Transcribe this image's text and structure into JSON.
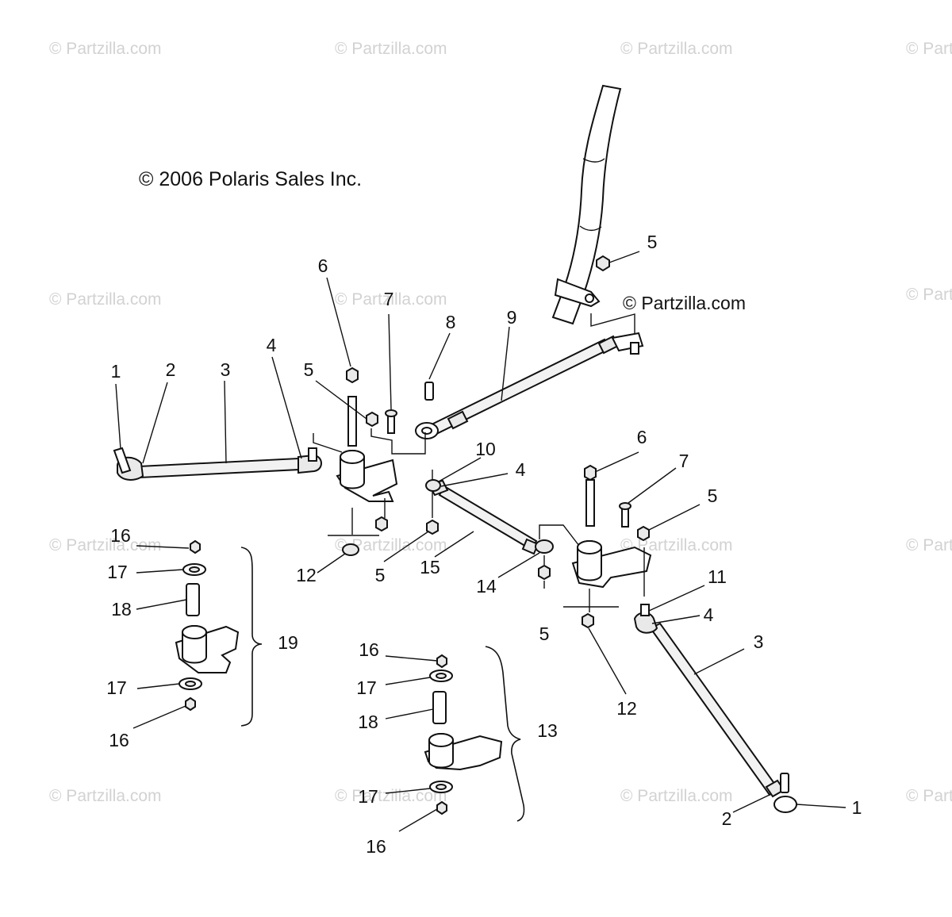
{
  "copyright": "© 2006 Polaris Sales Inc.",
  "watermark": "© Partzilla.com",
  "callouts": {
    "c1a": "1",
    "c2a": "2",
    "c3a": "3",
    "c4a": "4",
    "c5a": "5",
    "c6a": "6",
    "c7a": "7",
    "c8": "8",
    "c9": "9",
    "c5top": "5",
    "c10": "10",
    "c4b": "4",
    "c6b": "6",
    "c7b": "7",
    "c5b": "5",
    "c11": "11",
    "c4c": "4",
    "c3b": "3",
    "c16a": "16",
    "c17a": "17",
    "c18a": "18",
    "c19": "19",
    "c17b": "17",
    "c16b": "16",
    "c12a": "12",
    "c5c": "5",
    "c15": "15",
    "c14": "14",
    "c5d": "5",
    "c12b": "12",
    "c16c": "16",
    "c17c": "17",
    "c18b": "18",
    "c13": "13",
    "c17d": "17",
    "c16d": "16",
    "c2b": "2",
    "c1b": "1"
  }
}
